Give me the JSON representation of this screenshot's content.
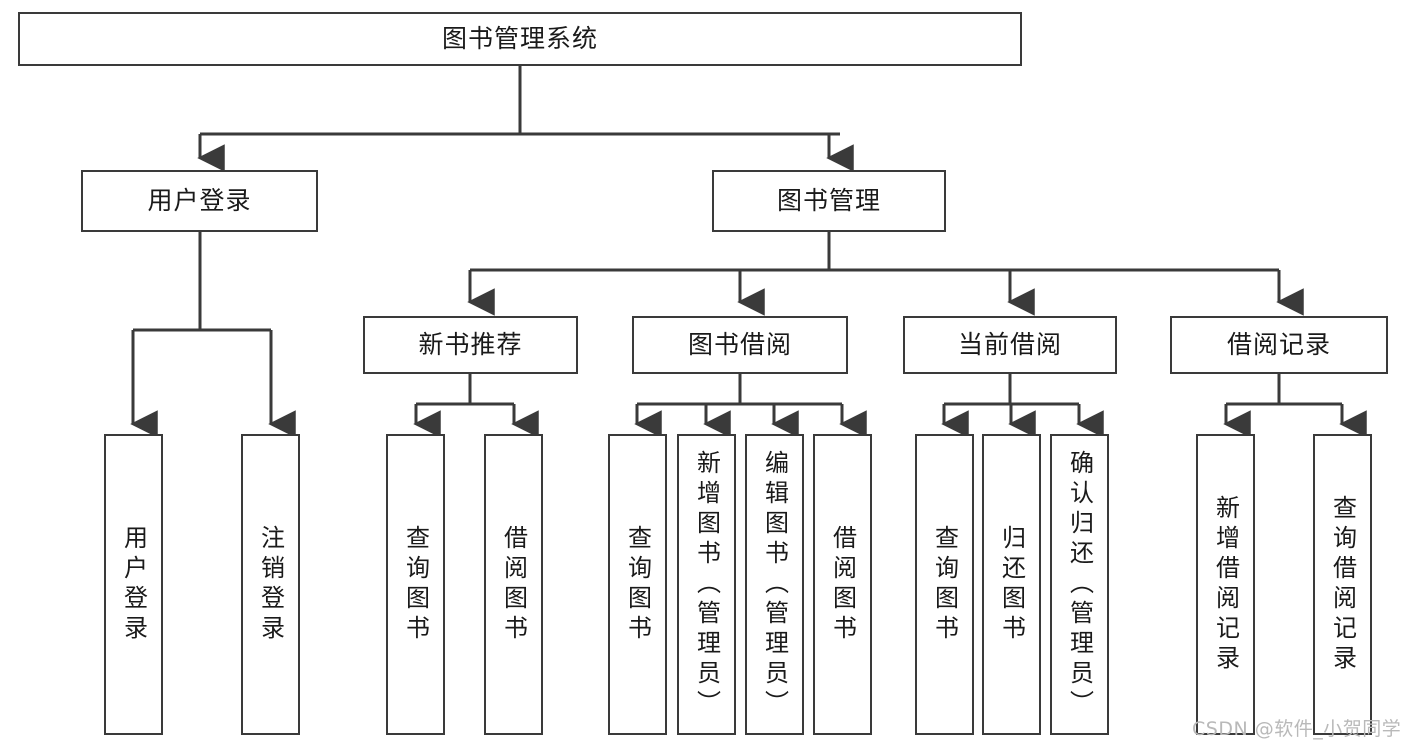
{
  "diagram": {
    "title": "图书管理系统",
    "type": "tree-hierarchy-chart",
    "orientation": "top-down",
    "colors": {
      "box_border": "#3a3a3a",
      "box_fill": "#ffffff",
      "edge": "#3a3a3a",
      "text": "#1a1a1a",
      "watermark": "#b9b9b9"
    }
  },
  "nodes": {
    "root": {
      "label": "图书管理系统"
    },
    "level1": [
      {
        "id": "user-login",
        "label": "用户登录"
      },
      {
        "id": "book-management",
        "label": "图书管理"
      }
    ],
    "level2": [
      {
        "id": "new-book-recommend",
        "label": "新书推荐"
      },
      {
        "id": "book-borrow",
        "label": "图书借阅"
      },
      {
        "id": "current-borrow",
        "label": "当前借阅"
      },
      {
        "id": "borrow-record",
        "label": "借阅记录"
      }
    ],
    "leaves": {
      "user_login": [
        {
          "id": "leaf-user-login",
          "label": "用户登录"
        },
        {
          "id": "leaf-logout",
          "label": "注销登录"
        }
      ],
      "new_book_recommend": [
        {
          "id": "leaf-query-book-1",
          "label": "查询图书"
        },
        {
          "id": "leaf-borrow-book-1",
          "label": "借阅图书"
        }
      ],
      "book_borrow": [
        {
          "id": "leaf-query-book-2",
          "label": "查询图书"
        },
        {
          "id": "leaf-add-book",
          "label": "新增图书（管理员）"
        },
        {
          "id": "leaf-edit-book",
          "label": "编辑图书（管理员）"
        },
        {
          "id": "leaf-borrow-book-2",
          "label": "借阅图书"
        }
      ],
      "current_borrow": [
        {
          "id": "leaf-query-book-3",
          "label": "查询图书"
        },
        {
          "id": "leaf-return-book",
          "label": "归还图书"
        },
        {
          "id": "leaf-confirm-return",
          "label": "确认归还（管理员）"
        }
      ],
      "borrow_record": [
        {
          "id": "leaf-add-record",
          "label": "新增借阅记录"
        },
        {
          "id": "leaf-query-record",
          "label": "查询借阅记录"
        }
      ]
    }
  },
  "watermark": {
    "text": "CSDN @软件_小贺同学"
  }
}
